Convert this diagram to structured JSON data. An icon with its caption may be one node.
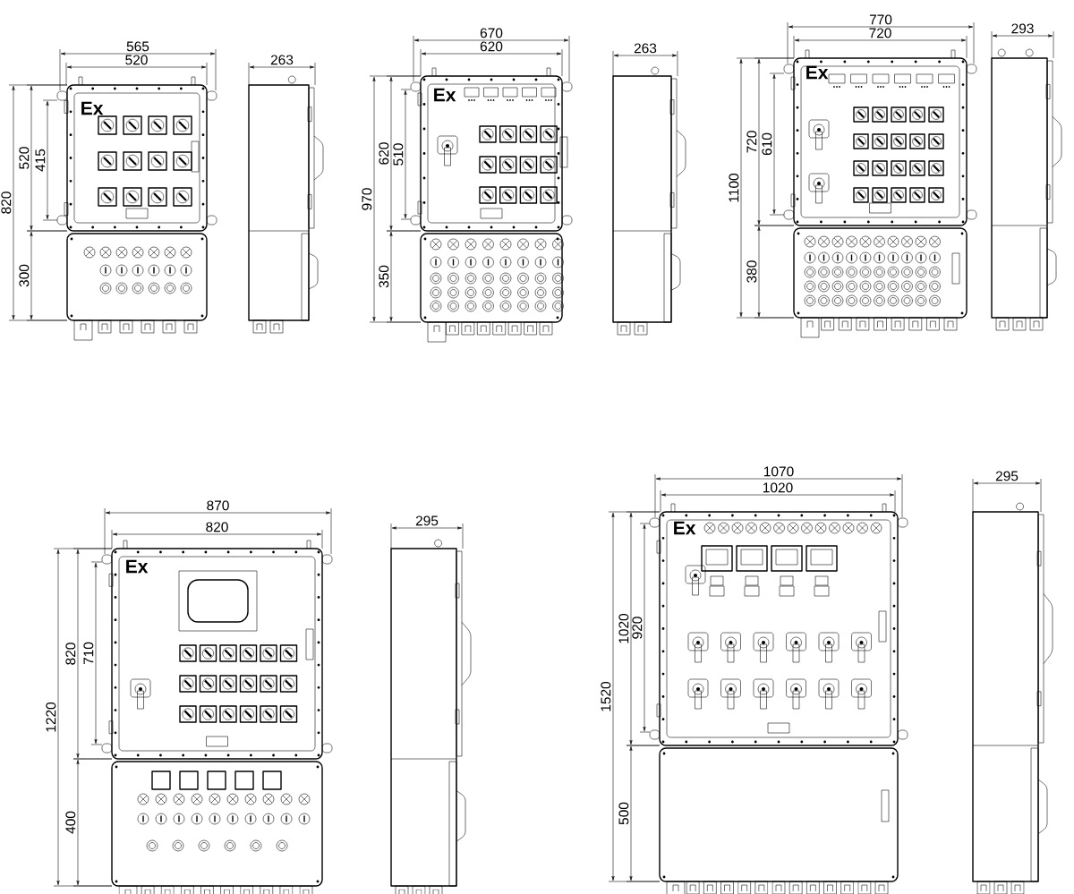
{
  "diagram": {
    "labels": [
      "565",
      "520",
      "263",
      "820",
      "520",
      "415",
      "Ex",
      "300",
      "670",
      "620",
      "263",
      "970",
      "620",
      "510",
      "Ex",
      "350",
      "770",
      "720",
      "293",
      "1100",
      "720",
      "610",
      "Ex",
      "380",
      "870",
      "820",
      "295",
      "1220",
      "820",
      "710",
      "Ex",
      "400",
      "1070",
      "1020",
      "295",
      "1520",
      "1020",
      "920",
      "Ex",
      "500"
    ]
  }
}
